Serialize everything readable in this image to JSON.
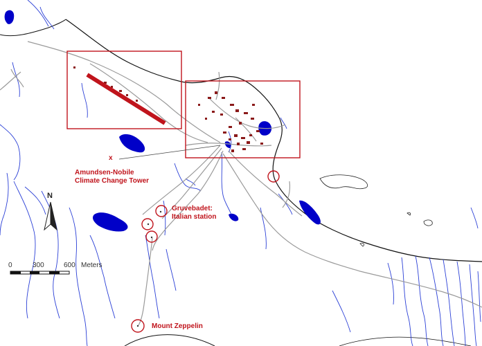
{
  "labels": {
    "tower_marker": "x",
    "tower_line1": "Amundsen-Nobile",
    "tower_line2": "Climate Change Tower",
    "gruvebadet_line1": "Gruvebadet:",
    "gruvebadet_line2": "Italian station",
    "zeppelin": "Mount Zeppelin"
  },
  "north_arrow": {
    "label": "N"
  },
  "scale_bar": {
    "ticks": [
      "0",
      "300",
      "600"
    ],
    "unit": "Meters"
  },
  "colors": {
    "label_red": "#c0141c",
    "box_red": "#c0141c",
    "water_blue": "#0000c8",
    "stream_blue": "#2a3fd6",
    "road_gray": "#9a9a9a",
    "coast_black": "#111111",
    "building_red": "#8b1a1a",
    "runway_red": "#c0141c"
  }
}
